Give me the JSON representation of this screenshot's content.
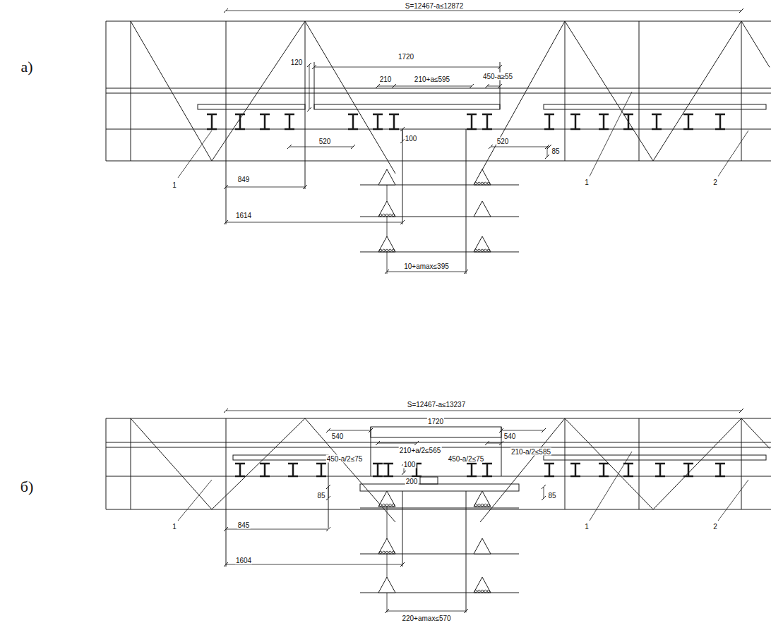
{
  "diagram": {
    "labels": [
      "а)",
      "S=12467-a≤12872",
      "120",
      "1720",
      "210",
      "210+a≤595",
      "450-a≥55",
      "520",
      "100",
      "520",
      "85",
      "849",
      "1614",
      "10+amax≤395",
      "1",
      "1",
      "2",
      "б)",
      "S=12467-a≤13237",
      "540",
      "1720",
      "540",
      "210+a/2≤565",
      "210-a/2≤585",
      "450-a/2≤75",
      "100",
      "450-a/2≤75",
      "200",
      "85",
      "85",
      "845",
      "1604",
      "220+amax≤570",
      "1",
      "1",
      "2"
    ]
  }
}
